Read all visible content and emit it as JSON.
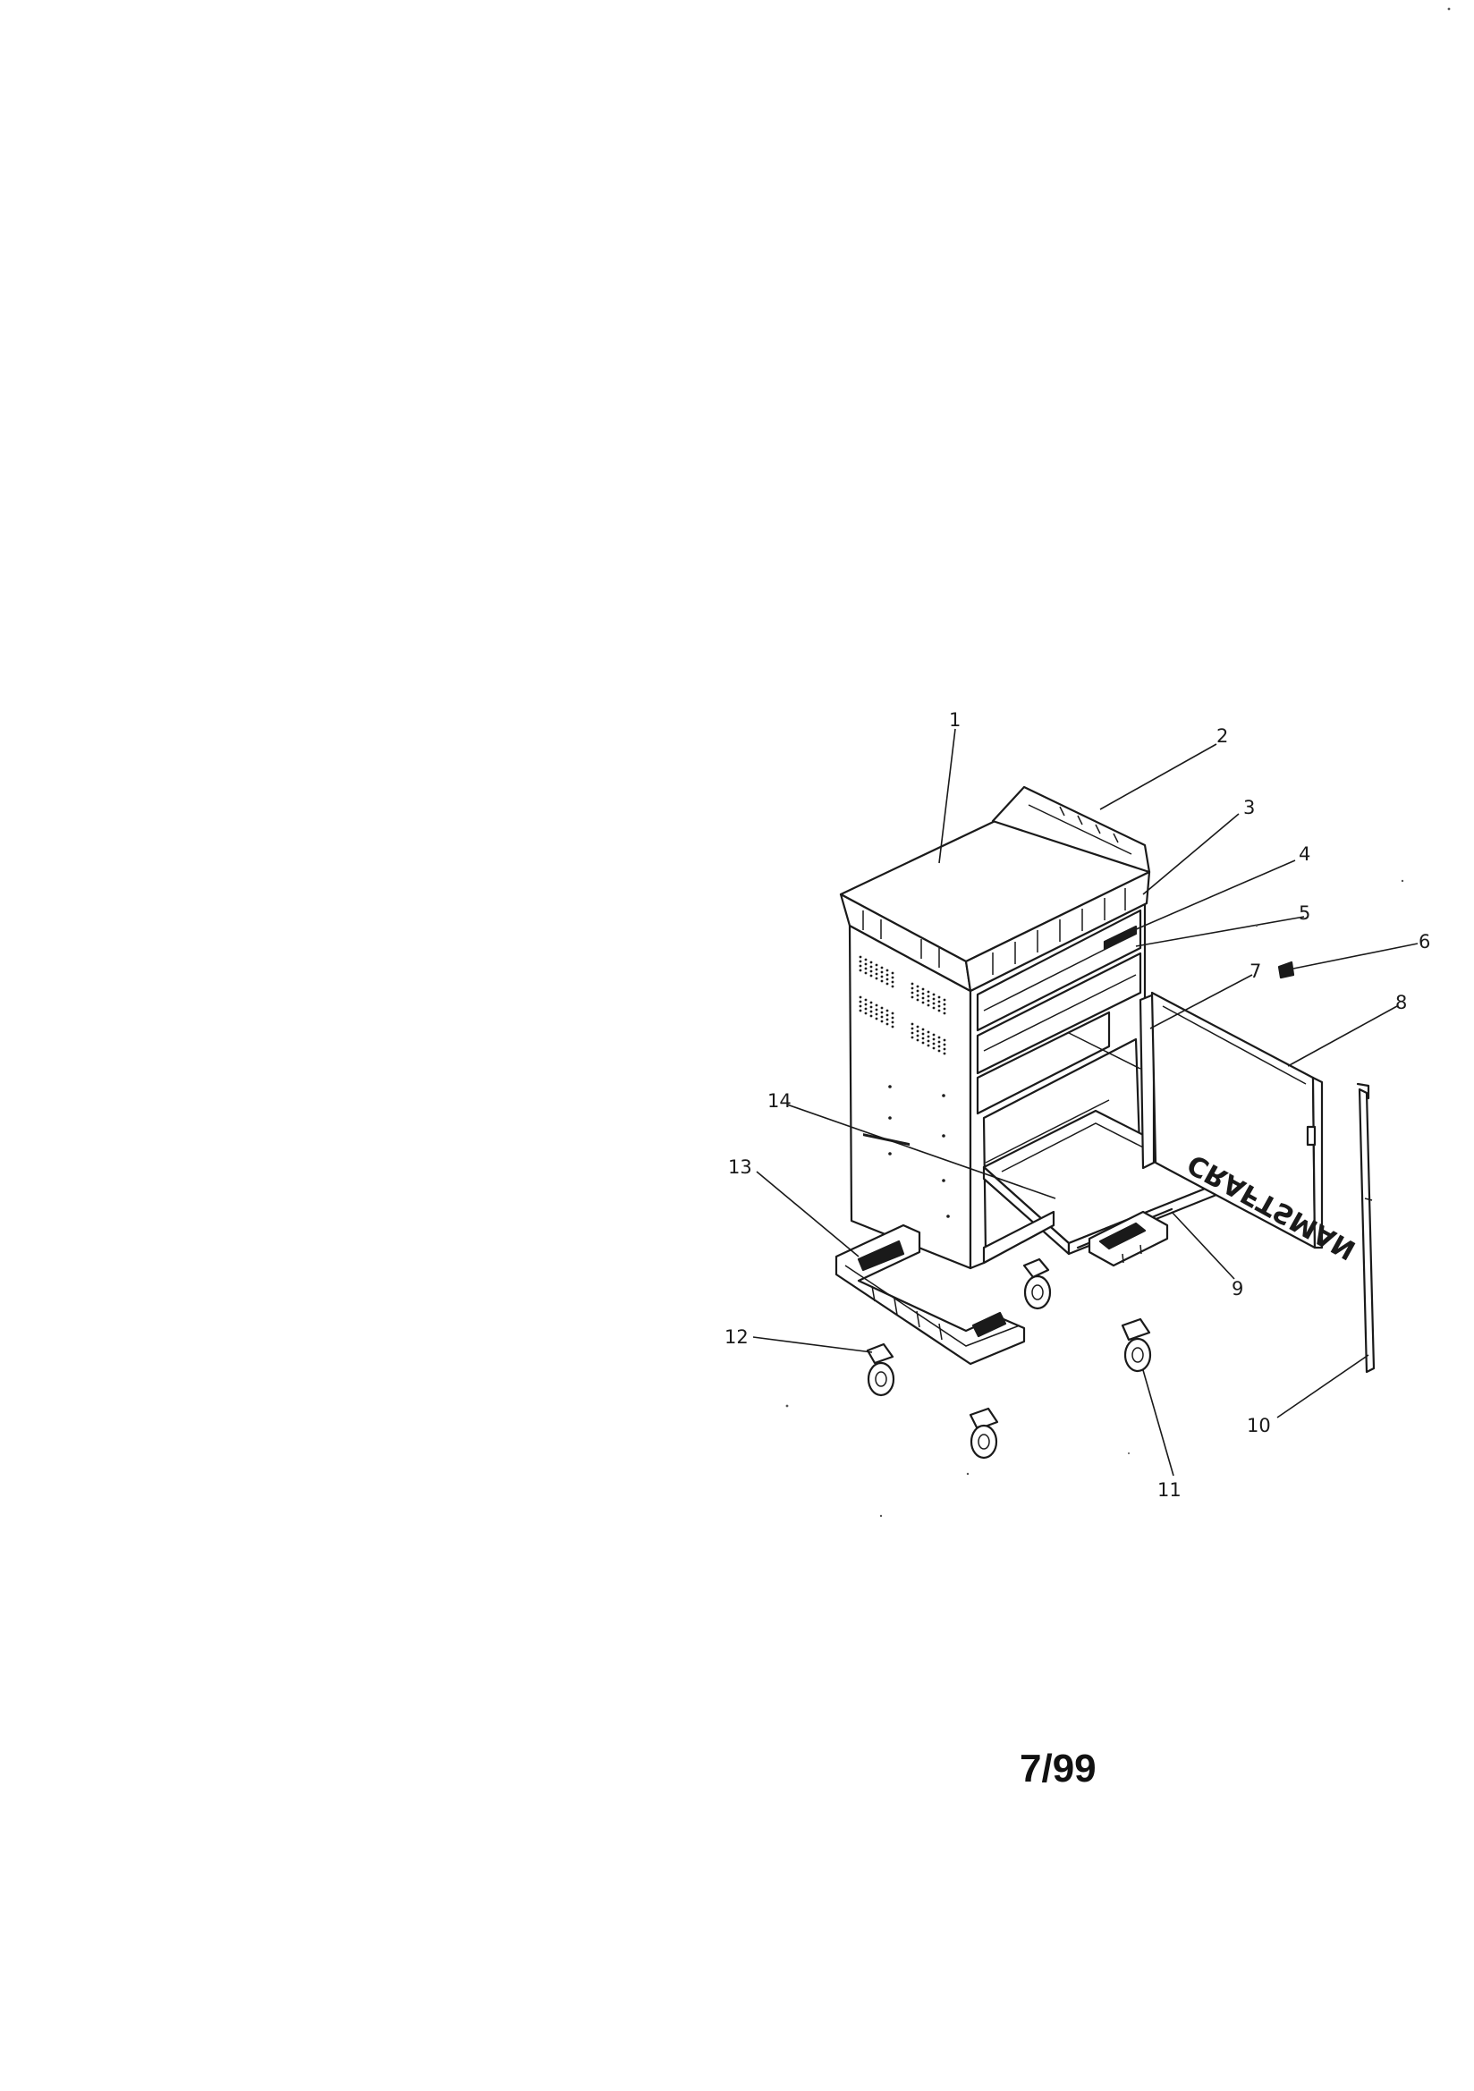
{
  "callouts": [
    {
      "id": "1",
      "label": "1"
    },
    {
      "id": "2",
      "label": "2"
    },
    {
      "id": "3",
      "label": "3"
    },
    {
      "id": "4",
      "label": "4"
    },
    {
      "id": "5",
      "label": "5"
    },
    {
      "id": "6",
      "label": "6"
    },
    {
      "id": "7",
      "label": "7"
    },
    {
      "id": "8",
      "label": "8"
    },
    {
      "id": "9",
      "label": "9"
    },
    {
      "id": "10",
      "label": "10"
    },
    {
      "id": "11",
      "label": "11"
    },
    {
      "id": "12",
      "label": "12"
    },
    {
      "id": "13",
      "label": "13"
    },
    {
      "id": "14",
      "label": "14"
    }
  ],
  "door_brand_text": "CRAFTSMAN",
  "footer": {
    "page_code": "7/99"
  }
}
